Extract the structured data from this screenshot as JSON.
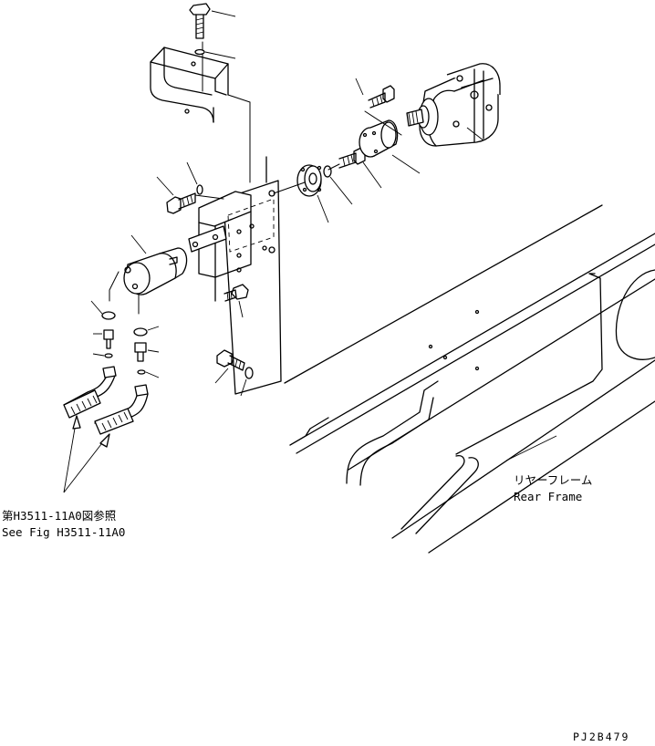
{
  "labels": {
    "rear_frame_jp": "リヤーフレーム",
    "rear_frame_en": "Rear Frame",
    "see_fig_jp": "第H3511-11A0図参照",
    "see_fig_en": "See Fig H3511-11A0",
    "drawing_code": "PJ2B479"
  }
}
